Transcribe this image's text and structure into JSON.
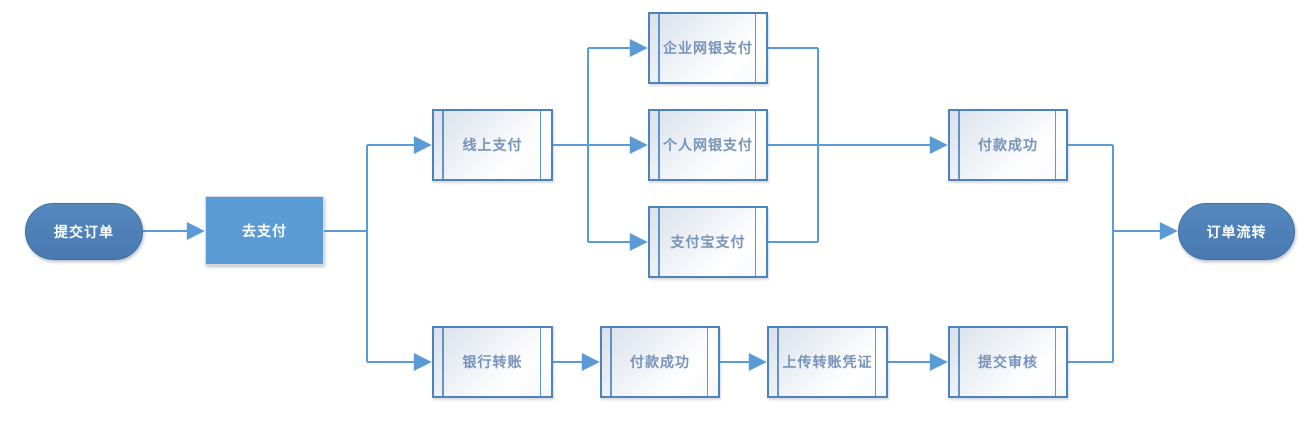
{
  "diagram": {
    "kind": "flowchart",
    "background": "#ffffff",
    "colors": {
      "connector": "#5b9bd5",
      "process_border": "#4d82bc",
      "process_text": "#7793ba",
      "terminal_fill": "#4e80b8",
      "terminal_text": "#ffffff",
      "action_fill": "#5b9bd5",
      "action_text": "#ffffff"
    },
    "nodes": {
      "submit_order": {
        "label": "提交订单",
        "type": "terminal"
      },
      "go_pay": {
        "label": "去支付",
        "type": "action"
      },
      "online_payment": {
        "label": "线上支付",
        "type": "process"
      },
      "corporate_ebank_payment": {
        "label": "企业网银支付",
        "type": "process"
      },
      "personal_ebank_payment": {
        "label": "个人网银支付",
        "type": "process"
      },
      "alipay_payment": {
        "label": "支付宝支付",
        "type": "process"
      },
      "payment_success_online": {
        "label": "付款成功",
        "type": "process"
      },
      "bank_transfer": {
        "label": "银行转账",
        "type": "process"
      },
      "payment_success_transfer": {
        "label": "付款成功",
        "type": "process"
      },
      "upload_transfer_voucher": {
        "label": "上传转账凭证",
        "type": "process"
      },
      "submit_review": {
        "label": "提交审核",
        "type": "process"
      },
      "order_flow": {
        "label": "订单流转",
        "type": "terminal"
      }
    },
    "edges": [
      {
        "from": "submit_order",
        "to": "go_pay"
      },
      {
        "from": "go_pay",
        "to": "online_payment"
      },
      {
        "from": "go_pay",
        "to": "bank_transfer"
      },
      {
        "from": "online_payment",
        "to": "corporate_ebank_payment"
      },
      {
        "from": "online_payment",
        "to": "personal_ebank_payment"
      },
      {
        "from": "online_payment",
        "to": "alipay_payment"
      },
      {
        "from": "corporate_ebank_payment",
        "to": "payment_success_online"
      },
      {
        "from": "personal_ebank_payment",
        "to": "payment_success_online"
      },
      {
        "from": "alipay_payment",
        "to": "payment_success_online"
      },
      {
        "from": "payment_success_online",
        "to": "order_flow"
      },
      {
        "from": "bank_transfer",
        "to": "payment_success_transfer"
      },
      {
        "from": "payment_success_transfer",
        "to": "upload_transfer_voucher"
      },
      {
        "from": "upload_transfer_voucher",
        "to": "submit_review"
      },
      {
        "from": "submit_review",
        "to": "order_flow"
      }
    ]
  }
}
